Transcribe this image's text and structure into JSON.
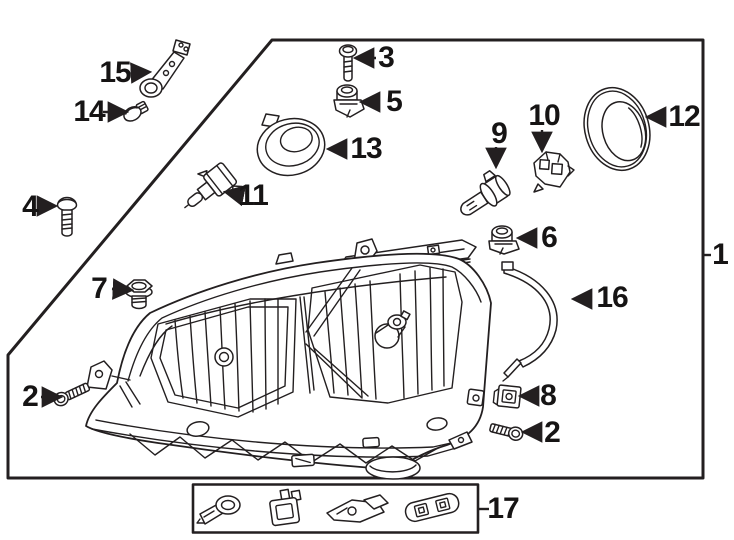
{
  "diagram": {
    "kind": "exploded-parts-diagram",
    "subject": "headlamp-assembly",
    "background_color": "#ffffff",
    "line_color": "#231f20"
  },
  "callouts": [
    {
      "label": "1",
      "part": "headlamp-assembly",
      "leader": "tick"
    },
    {
      "label": "2",
      "part": "mounting-screw-left",
      "leader": "arrow-right"
    },
    {
      "label": "2",
      "part": "mounting-screw-right",
      "leader": "arrow-left"
    },
    {
      "label": "3",
      "part": "screw",
      "leader": "arrow-left"
    },
    {
      "label": "4",
      "part": "bolt",
      "leader": "arrow-right"
    },
    {
      "label": "5",
      "part": "adjuster-retainer-upper",
      "leader": "arrow-left"
    },
    {
      "label": "6",
      "part": "adjuster-retainer-lower",
      "leader": "arrow-left"
    },
    {
      "label": "7",
      "part": "cap-nut",
      "leader": "arrow-right"
    },
    {
      "label": "8",
      "part": "clip-nut",
      "leader": "arrow-left"
    },
    {
      "label": "9",
      "part": "halogen-bulb",
      "leader": "arrow-down"
    },
    {
      "label": "10",
      "part": "bulb-holder",
      "leader": "arrow-down"
    },
    {
      "label": "11",
      "part": "bulb-with-socket",
      "leader": "arrow-left"
    },
    {
      "label": "12",
      "part": "seal-ring",
      "leader": "arrow-left"
    },
    {
      "label": "13",
      "part": "round-seal-cap",
      "leader": "arrow-left"
    },
    {
      "label": "14",
      "part": "miniature-bulb",
      "leader": "arrow-right"
    },
    {
      "label": "15",
      "part": "bulb-socket-with-arm",
      "leader": "arrow-right"
    },
    {
      "label": "16",
      "part": "trim-strip",
      "leader": "arrow-left"
    },
    {
      "label": "17",
      "part": "retainer-clip-set",
      "leader": "tick"
    }
  ]
}
